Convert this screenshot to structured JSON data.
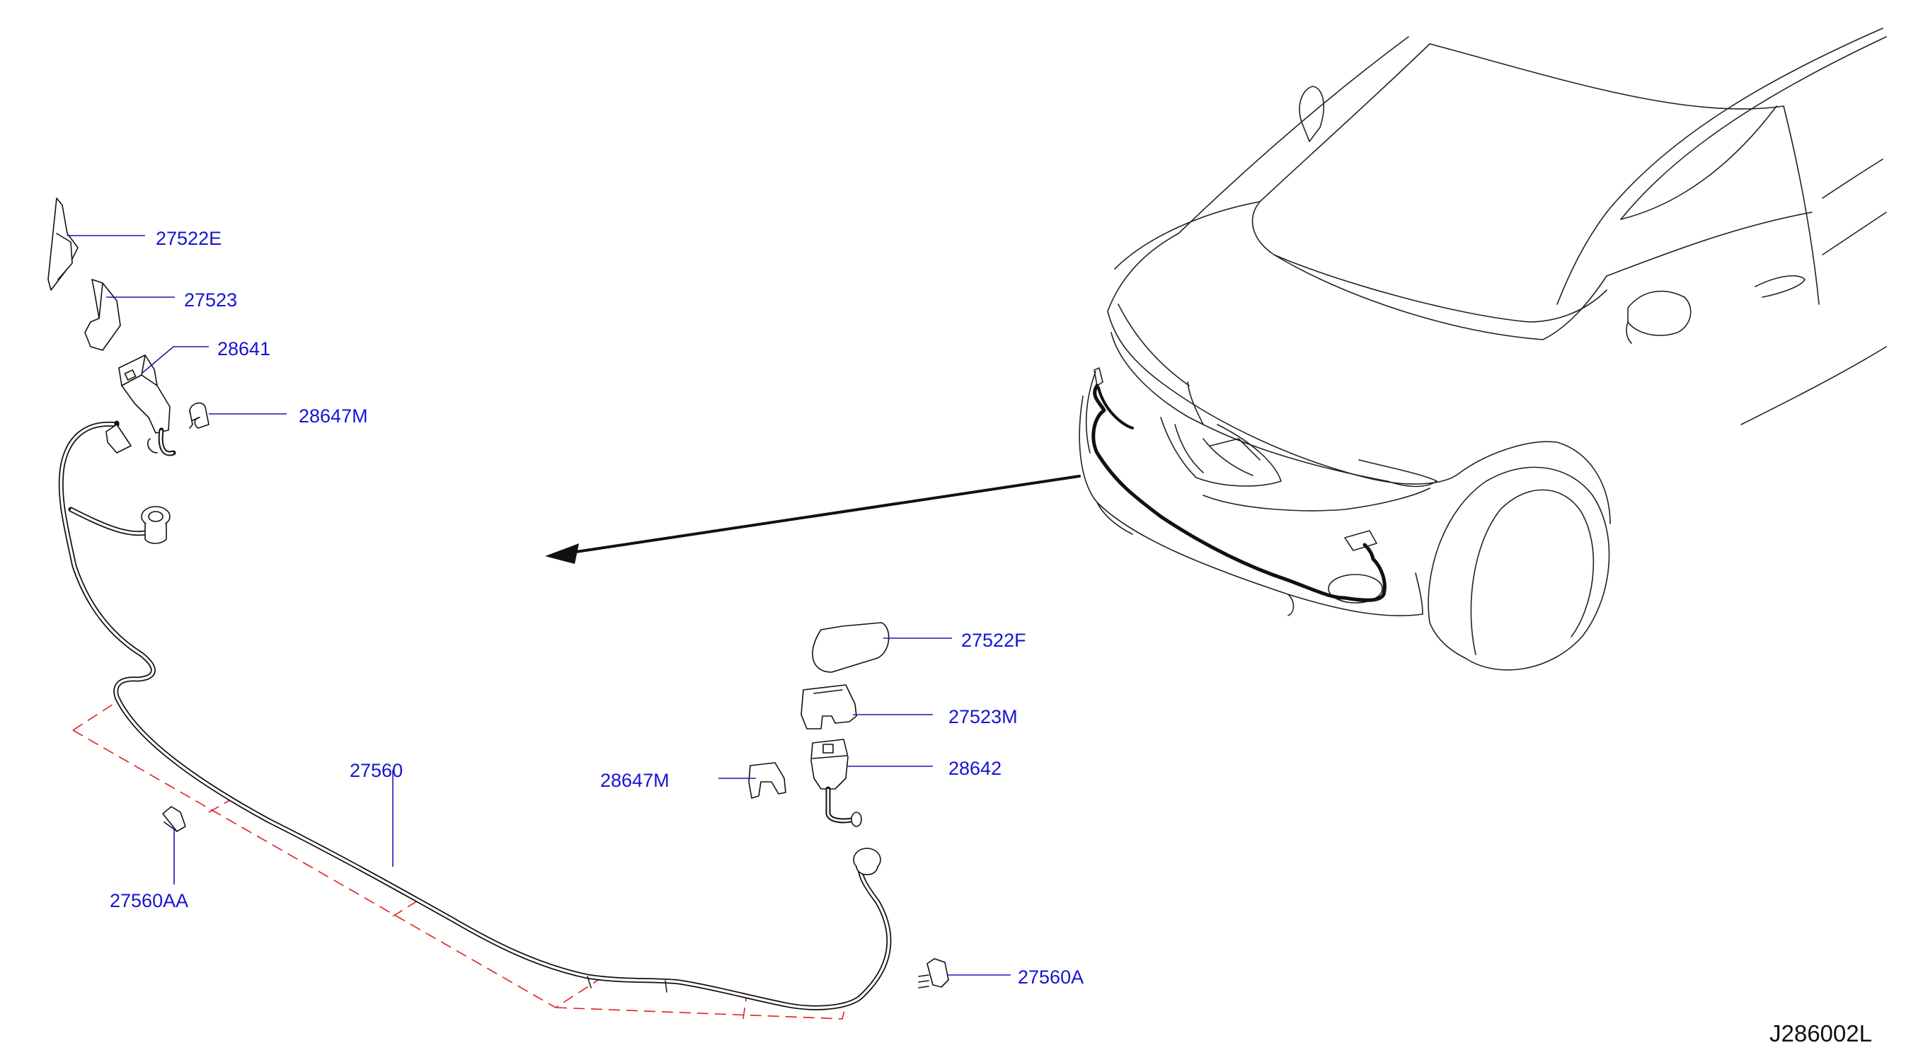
{
  "diagram": {
    "id": "J286002L",
    "labels": {
      "p27522E": "27522E",
      "p27523": "27523",
      "p28641": "28641",
      "p28647M_left": "28647M",
      "p27522F": "27522F",
      "p27523M": "27523M",
      "p28642": "28642",
      "p28647M_right": "28647M",
      "p27560": "27560",
      "p27560AA": "27560AA",
      "p27560A": "27560A"
    },
    "colors": {
      "label": "#1515d0",
      "leader": "#1a1ab0",
      "line": "#111111",
      "phantom": "#e02020"
    }
  }
}
